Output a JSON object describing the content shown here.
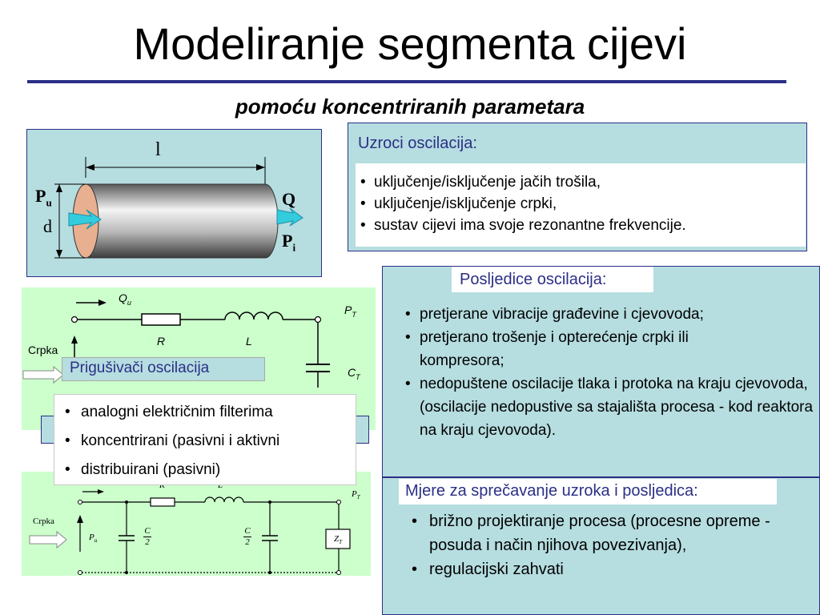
{
  "title": "Modeliranje segmenta cijevi",
  "subtitle": "pomoću koncentriranih  parametara",
  "pipe_figure": {
    "l": "l",
    "pu_main": "P",
    "pu_sub": "u",
    "d": "d",
    "q": "Q",
    "pi_main": "P",
    "pi_sub": "i"
  },
  "causes": {
    "heading": "Uzroci oscilacija:",
    "items": [
      "uključenje/isključenje jačih trošila,",
      "uključenje/isključenje crpki,",
      "sustav cijevi ima svoje rezonantne frekvencije."
    ]
  },
  "consequences": {
    "heading": "Posljedice oscilacija:",
    "items": [
      "pretjerane vibracije građevine i cjevovoda;",
      "pretjerano trošenje i opterećenje crpki ili kompresora;",
      "nedopuštene oscilacije tlaka i protoka na kraju cjevovoda, (oscilacije nedopustive sa stajališta procesa - kod reaktora na kraju cjevovoda)."
    ]
  },
  "measures": {
    "heading": "Mjere za sprečavanje uzroka i posljedica:",
    "items": [
      "brižno projektiranje procesa (procesne opreme -posuda i način njihova povezivanja),",
      "regulacijski zahvati"
    ]
  },
  "dampers": {
    "heading": "Prigušivači oscilacija",
    "items": [
      "analogni električnim filterima",
      "koncentrirani (pasivni i aktivni",
      "distribuirani (pasivni)"
    ]
  },
  "circuit1": {
    "qu_main": "Q",
    "qu_sub": "u",
    "pt_main": "P",
    "pt_sub": "T",
    "r": "R",
    "l": "L",
    "crpka": "Crpka",
    "ct_main": "C",
    "ct_sub": "T"
  },
  "circuit2": {
    "crpka": "Crpka",
    "pt_main": "P",
    "pt_sub": "T",
    "pu_main": "P",
    "pu_sub": "u",
    "r": "R",
    "l": "L",
    "c": "C",
    "two": "2",
    "zt_main": "Z",
    "zt_sub": "T"
  },
  "colors": {
    "accent": "#2b2f86",
    "box_fill": "#b6dde0",
    "circuit_bg": "#ccffcc"
  }
}
